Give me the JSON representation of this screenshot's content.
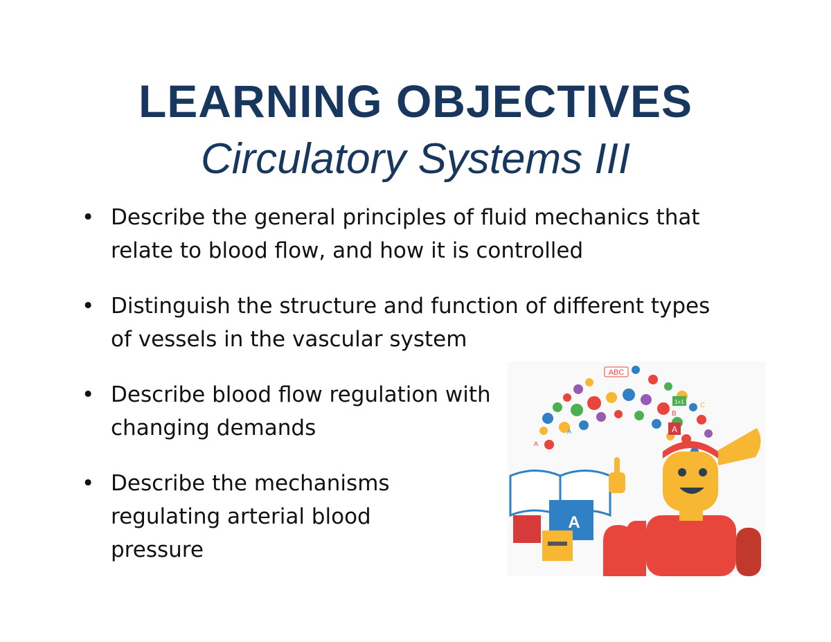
{
  "slide": {
    "title": "LEARNING OBJECTIVES",
    "subtitle": "Circulatory Systems III",
    "bullet_symbol": "•",
    "objectives": [
      "Describe the general principles of fluid mechanics that relate to blood flow, and how it is controlled",
      "Distinguish the structure and function of different types of vessels in the vascular system",
      "Describe blood flow regulation with changing demands",
      "Describe the mechanisms regulating arterial blood pressure"
    ]
  },
  "illustration": {
    "icon": "student-ideas-illustration",
    "labels": [
      "ABC",
      "A",
      "B",
      "C",
      "1+1",
      "A",
      "A"
    ],
    "colors": {
      "title": "#17375e",
      "shirt": "#e8453c",
      "skin": "#f7b733",
      "book_blue": "#2f80c4",
      "book_red": "#d63a3a"
    }
  }
}
